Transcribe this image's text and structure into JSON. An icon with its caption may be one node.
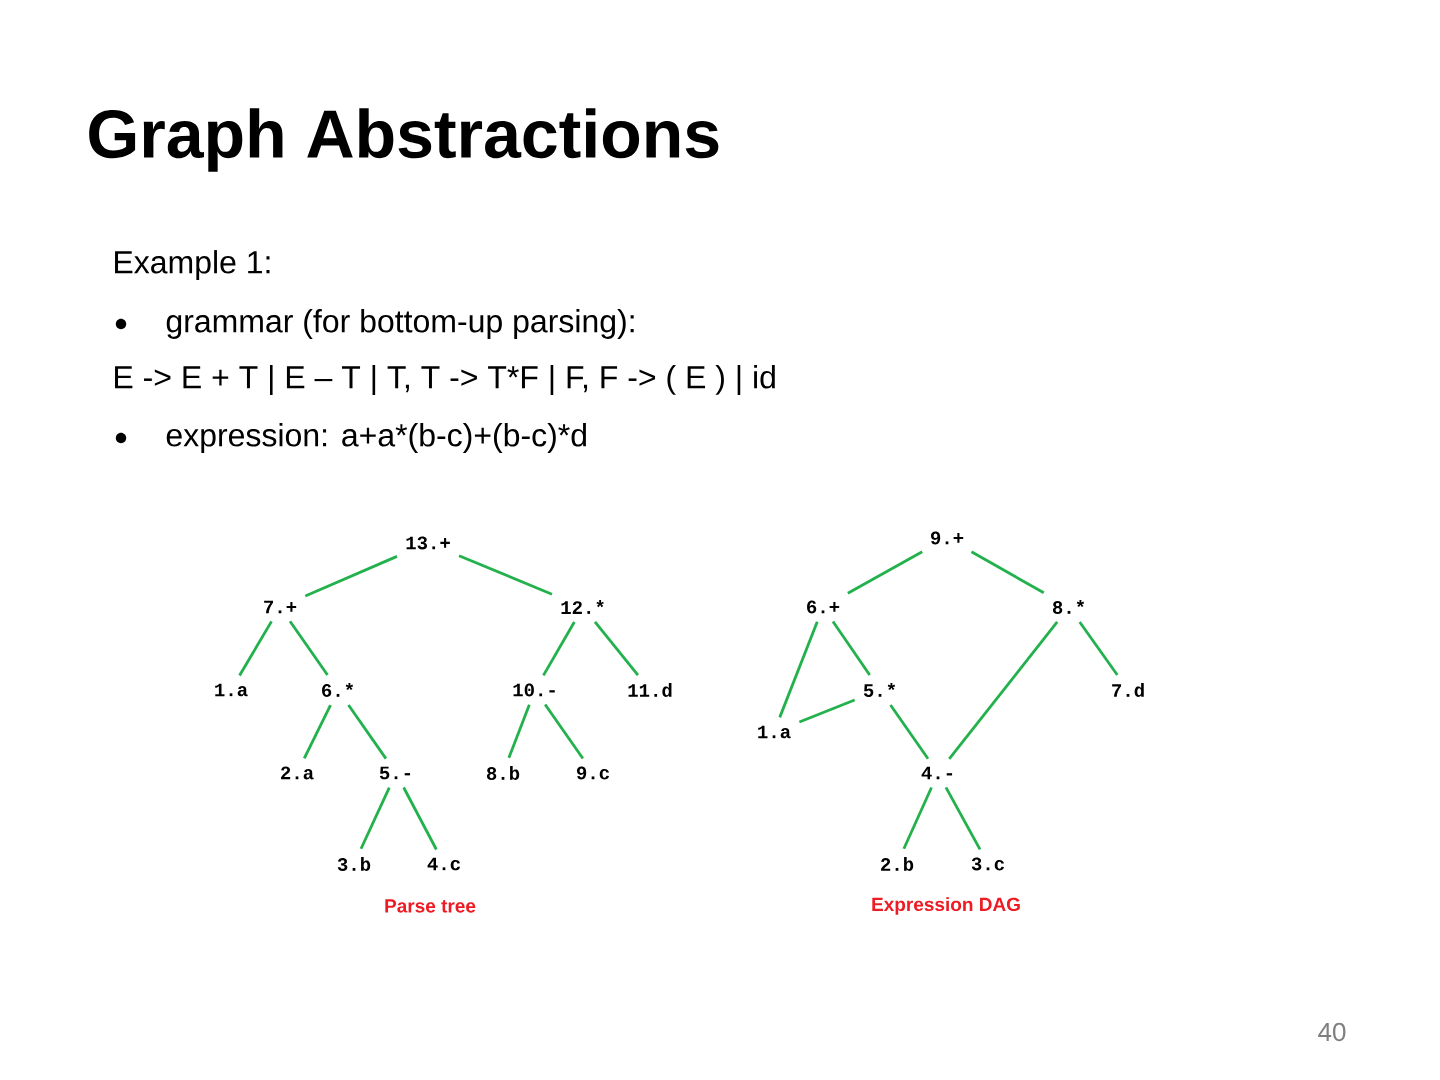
{
  "diagram": {
    "title": "Graph Abstractions",
    "nodes": [
      {
        "text": [
          "13.+"
        ]
      },
      {
        "text": [
          "7.+"
        ]
      },
      {
        "text": [
          "12.*"
        ]
      },
      {
        "text": [
          "1.a"
        ]
      },
      {
        "text": [
          "6.*"
        ]
      },
      {
        "text": [
          "10.-"
        ]
      },
      {
        "text": [
          "11.d"
        ]
      },
      {
        "text": [
          "2.a"
        ]
      },
      {
        "text": [
          "5.-"
        ]
      },
      {
        "text": [
          "8.b"
        ]
      },
      {
        "text": [
          "9.c"
        ]
      },
      {
        "text": [
          "3.b"
        ]
      },
      {
        "text": [
          "4.c"
        ]
      },
      {
        "text": [
          "9.+"
        ]
      },
      {
        "text": [
          "6.+"
        ]
      },
      {
        "text": [
          "8.*"
        ]
      },
      {
        "text": [
          "5.*"
        ]
      },
      {
        "text": [
          "7.d"
        ]
      },
      {
        "text": [
          "1.a"
        ]
      },
      {
        "text": [
          "4.-"
        ]
      },
      {
        "text": [
          "2.b"
        ]
      },
      {
        "text": [
          "3.c"
        ]
      }
    ],
    "edges": [
      {
        "from": 0,
        "to": 1,
        "arrow": "none"
      },
      {
        "from": 0,
        "to": 2,
        "arrow": "none"
      },
      {
        "from": 1,
        "to": 3,
        "arrow": "none"
      },
      {
        "from": 1,
        "to": 4,
        "arrow": "none"
      },
      {
        "from": 2,
        "to": 5,
        "arrow": "none"
      },
      {
        "from": 2,
        "to": 6,
        "arrow": "none"
      },
      {
        "from": 4,
        "to": 7,
        "arrow": "none"
      },
      {
        "from": 4,
        "to": 8,
        "arrow": "none"
      },
      {
        "from": 5,
        "to": 9,
        "arrow": "none"
      },
      {
        "from": 5,
        "to": 10,
        "arrow": "none"
      },
      {
        "from": 8,
        "to": 11,
        "arrow": "none"
      },
      {
        "from": 8,
        "to": 12,
        "arrow": "none"
      },
      {
        "from": 13,
        "to": 14,
        "arrow": "none"
      },
      {
        "from": 13,
        "to": 15,
        "arrow": "none"
      },
      {
        "from": 14,
        "to": 18,
        "arrow": "none"
      },
      {
        "from": 14,
        "to": 16,
        "arrow": "none"
      },
      {
        "from": 16,
        "to": 18,
        "arrow": "none"
      },
      {
        "from": 16,
        "to": 19,
        "arrow": "none"
      },
      {
        "from": 15,
        "to": 19,
        "arrow": "none"
      },
      {
        "from": 15,
        "to": 17,
        "arrow": "none"
      },
      {
        "from": 19,
        "to": 20,
        "arrow": "none"
      },
      {
        "from": 19,
        "to": 21,
        "arrow": "none"
      }
    ],
    "labels": [
      "Example 1:",
      "grammar (for bottom-up parsing):",
      "E -> E + T | E – T | T, T -> T*F | F, F -> ( E ) | id",
      "expression: a+a*(b-c)+(b-c)*d",
      "Parse tree",
      "Expression DAG",
      "40"
    ]
  }
}
